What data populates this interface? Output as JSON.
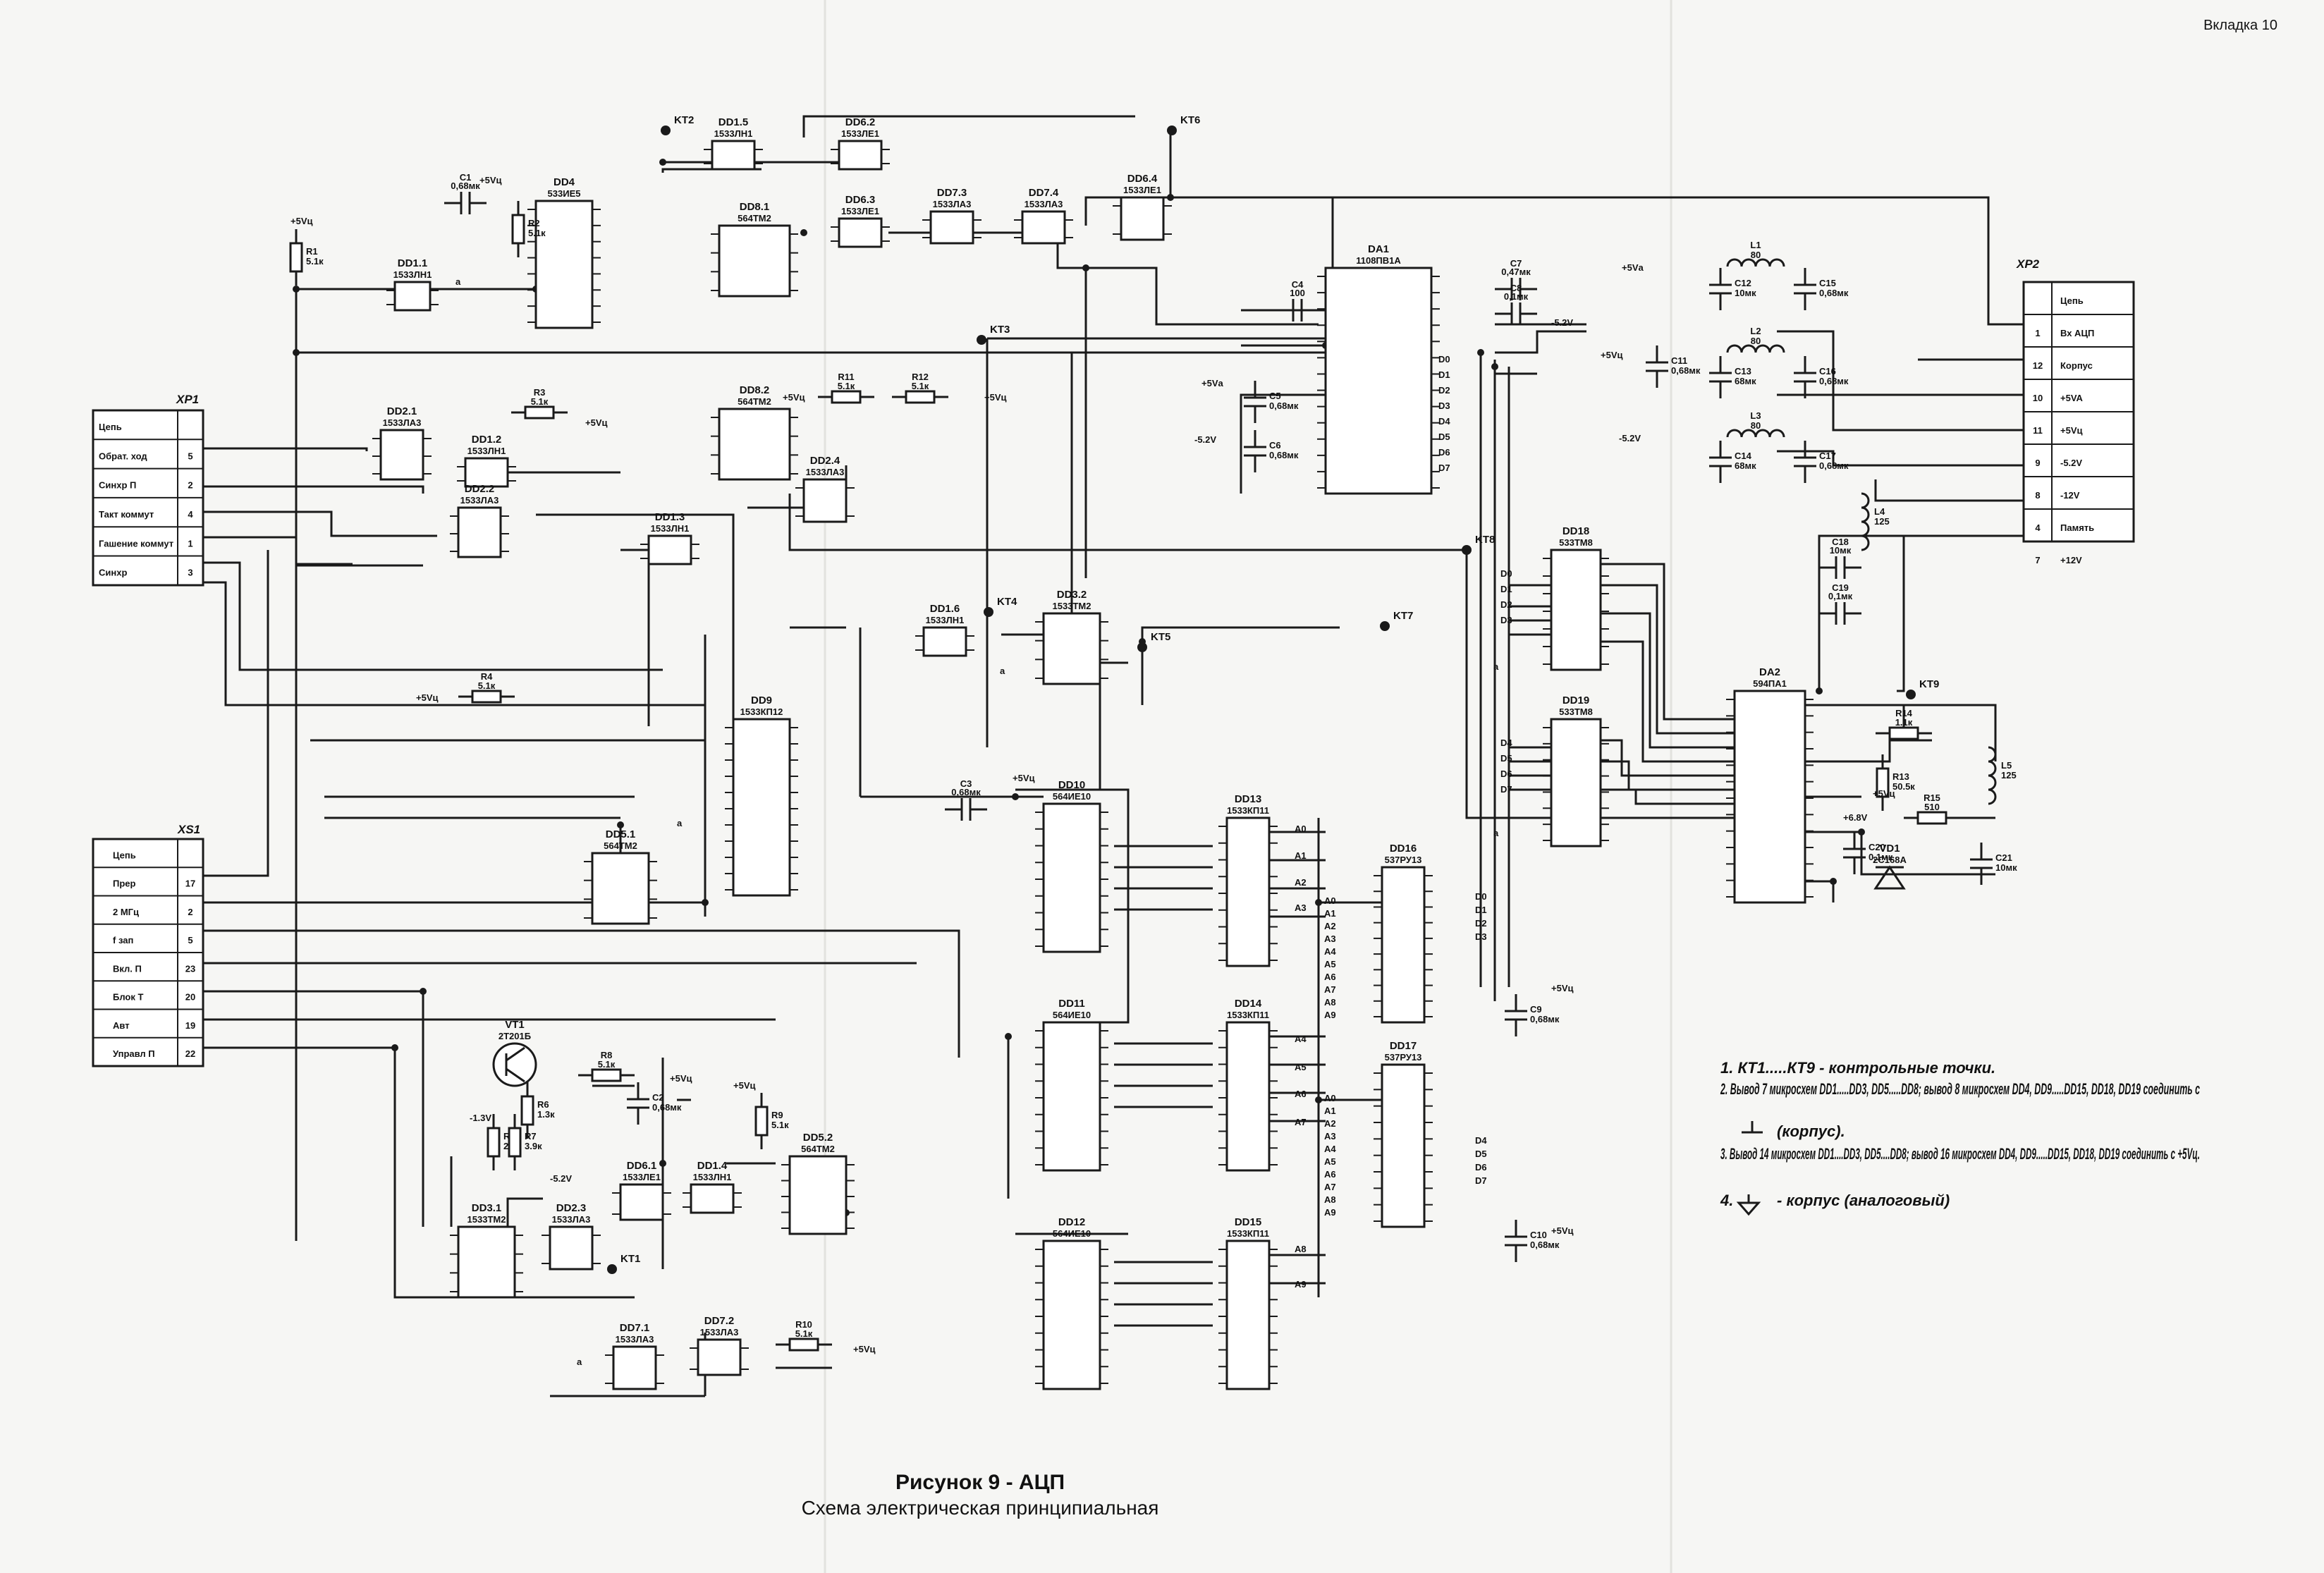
{
  "page_tag": "Вкладка 10",
  "caption": {
    "title": "Рисунок 9 - АЦП",
    "subtitle": "Схема электрическая принципиальная"
  },
  "notes": [
    "1. КТ1.....КТ9 - контрольные точки.",
    "2. Вывод 7 микросхем DD1.....DD3, DD5.....DD8; вывод 8 микросхем DD4, DD9.....DD15, DD18, DD19 соединить с",
    "(корпус).",
    "3. Вывод 14 микросхем DD1....DD3, DD5....DD8; вывод 16 микросхем DD4, DD9.....DD15, DD18, DD19 соединить с +5Vц.",
    "4.",
    "- корпус (аналоговый)"
  ],
  "connectors": {
    "xp1": {
      "title": "XP1",
      "rows": [
        {
          "name": "Цепь",
          "pin": ""
        },
        {
          "name": "Обрат. ход",
          "pin": "5"
        },
        {
          "name": "Синхр П",
          "pin": "2"
        },
        {
          "name": "Такт коммут",
          "pin": "4"
        },
        {
          "name": "Гашение коммут",
          "pin": "1"
        },
        {
          "name": "Синхр",
          "pin": "3"
        }
      ]
    },
    "xs1": {
      "title": "XS1",
      "rows": [
        {
          "name": "Цепь",
          "pin": ""
        },
        {
          "name": "Прер",
          "pin": "17"
        },
        {
          "name": "2 МГц",
          "pin": "2"
        },
        {
          "name": "f зап",
          "pin": "5"
        },
        {
          "name": "Вкл. П",
          "pin": "23"
        },
        {
          "name": "Блок Т",
          "pin": "20"
        },
        {
          "name": "Авт",
          "pin": "19"
        },
        {
          "name": "Управл П",
          "pin": "22"
        }
      ]
    },
    "xp2": {
      "title": "XP2",
      "rows": [
        {
          "name": "Цепь",
          "pin": ""
        },
        {
          "name": "Вх АЦП",
          "pin": "1"
        },
        {
          "name": "Корпус",
          "pin": "12"
        },
        {
          "name": "+5VA",
          "pin": "10"
        },
        {
          "name": "+5Vц",
          "pin": "11"
        },
        {
          "name": "-5.2V",
          "pin": "9"
        },
        {
          "name": "-12V",
          "pin": "8"
        },
        {
          "name": "Память",
          "pin": "4"
        },
        {
          "name": "+12V",
          "pin": "7"
        }
      ]
    }
  },
  "chips": [
    {
      "ref": "DD4",
      "type": "533ИЕ5"
    },
    {
      "ref": "DD1.1",
      "type": "1533ЛН1"
    },
    {
      "ref": "DD1.5",
      "type": "1533ЛН1"
    },
    {
      "ref": "DD6.2",
      "type": "1533ЛЕ1"
    },
    {
      "ref": "DD8.1",
      "type": "564ТМ2"
    },
    {
      "ref": "DD6.3",
      "type": "1533ЛЕ1"
    },
    {
      "ref": "DD7.3",
      "type": "1533ЛА3"
    },
    {
      "ref": "DD7.4",
      "type": "1533ЛА3"
    },
    {
      "ref": "DD6.4",
      "type": "1533ЛЕ1"
    },
    {
      "ref": "DA1",
      "type": "1108ПВ1А"
    },
    {
      "ref": "DD2.1",
      "type": "1533ЛА3"
    },
    {
      "ref": "DD1.2",
      "type": "1533ЛН1"
    },
    {
      "ref": "DD2.2",
      "type": "1533ЛА3"
    },
    {
      "ref": "DD8.2",
      "type": "564ТМ2"
    },
    {
      "ref": "DD2.4",
      "type": "1533ЛА3"
    },
    {
      "ref": "DD1.3",
      "type": "1533ЛН1"
    },
    {
      "ref": "DD1.6",
      "type": "1533ЛН1"
    },
    {
      "ref": "DD3.2",
      "type": "1533ТМ2"
    },
    {
      "ref": "DD9",
      "type": "1533КП12"
    },
    {
      "ref": "DD5.1",
      "type": "564ТМ2"
    },
    {
      "ref": "DD10",
      "type": "564ИЕ10"
    },
    {
      "ref": "DD13",
      "type": "1533КП11"
    },
    {
      "ref": "DD16",
      "type": "537РУ13"
    },
    {
      "ref": "DD18",
      "type": "533ТМ8"
    },
    {
      "ref": "DD19",
      "type": "533ТМ8"
    },
    {
      "ref": "DA2",
      "type": "594ПА1"
    },
    {
      "ref": "DD11",
      "type": "564ИЕ10"
    },
    {
      "ref": "DD14",
      "type": "1533КП11"
    },
    {
      "ref": "DD17",
      "type": "537РУ13"
    },
    {
      "ref": "DD12",
      "type": "564ИЕ10"
    },
    {
      "ref": "DD15",
      "type": "1533КП11"
    },
    {
      "ref": "DD3.1",
      "type": "1533ТМ2"
    },
    {
      "ref": "DD2.3",
      "type": "1533ЛА3"
    },
    {
      "ref": "DD6.1",
      "type": "1533ЛЕ1"
    },
    {
      "ref": "DD1.4",
      "type": "1533ЛН1"
    },
    {
      "ref": "DD5.2",
      "type": "564ТМ2"
    },
    {
      "ref": "DD7.1",
      "type": "1533ЛА3"
    },
    {
      "ref": "DD7.2",
      "type": "1533ЛА3"
    },
    {
      "ref": "VT1",
      "type": "2Т201Б"
    },
    {
      "ref": "VD1",
      "type": "2С168А"
    }
  ],
  "passives": [
    {
      "ref": "C1",
      "value": "0,68мк"
    },
    {
      "ref": "R1",
      "value": "5.1к"
    },
    {
      "ref": "R2",
      "value": "5.1к"
    },
    {
      "ref": "R3",
      "value": "5.1к"
    },
    {
      "ref": "R4",
      "value": "5.1к"
    },
    {
      "ref": "R11",
      "value": "5.1к"
    },
    {
      "ref": "R12",
      "value": "5.1к"
    },
    {
      "ref": "C3",
      "value": "0,68мк"
    },
    {
      "ref": "C4",
      "value": "100"
    },
    {
      "ref": "C5",
      "value": "0,68мк"
    },
    {
      "ref": "C6",
      "value": "0,68мк"
    },
    {
      "ref": "C7",
      "value": "0,47мк"
    },
    {
      "ref": "C8",
      "value": "0,1мк"
    },
    {
      "ref": "L1",
      "value": "80"
    },
    {
      "ref": "L2",
      "value": "80"
    },
    {
      "ref": "L3",
      "value": "80"
    },
    {
      "ref": "C11",
      "value": "0,68мк"
    },
    {
      "ref": "C12",
      "value": "10мк"
    },
    {
      "ref": "C13",
      "value": "68мк"
    },
    {
      "ref": "C14",
      "value": "68мк"
    },
    {
      "ref": "C15",
      "value": "0,68мк"
    },
    {
      "ref": "C16",
      "value": "0,68мк"
    },
    {
      "ref": "C17",
      "value": "0,68мк"
    },
    {
      "ref": "L4",
      "value": "125"
    },
    {
      "ref": "C18",
      "value": "10мк"
    },
    {
      "ref": "C19",
      "value": "0,1мк"
    },
    {
      "ref": "R14",
      "value": "1.1к"
    },
    {
      "ref": "R13",
      "value": "50.5к"
    },
    {
      "ref": "R15",
      "value": "510"
    },
    {
      "ref": "L5",
      "value": "125"
    },
    {
      "ref": "C20",
      "value": "0,1мк"
    },
    {
      "ref": "C21",
      "value": "10мк"
    },
    {
      "ref": "C9",
      "value": "0,68мк"
    },
    {
      "ref": "C10",
      "value": "0,68мк"
    },
    {
      "ref": "R8",
      "value": "5.1к"
    },
    {
      "ref": "R6",
      "value": "1.3к"
    },
    {
      "ref": "R5",
      "value": "2.7к"
    },
    {
      "ref": "R7",
      "value": "3.9к"
    },
    {
      "ref": "C2",
      "value": "0,68мк"
    },
    {
      "ref": "R9",
      "value": "5.1к"
    },
    {
      "ref": "R10",
      "value": "5.1к"
    }
  ],
  "test_points": [
    "KT1",
    "KT2",
    "KT3",
    "KT4",
    "KT5",
    "KT6",
    "KT7",
    "KT8",
    "KT9"
  ],
  "nets": {
    "p5vc": "+5Vц",
    "p5va": "+5Vа",
    "m52": "-5.2V",
    "m13": "-1.3V",
    "p68": "+6.8V",
    "a": "a"
  },
  "bus_labels": {
    "data_out": [
      "D0",
      "D1",
      "D2",
      "D3",
      "D4",
      "D5",
      "D6",
      "D7"
    ],
    "ram_data": [
      "D0",
      "D1",
      "D2",
      "D3",
      "D4",
      "D5",
      "D6",
      "D7"
    ],
    "addr": [
      "A0",
      "A1",
      "A2",
      "A3",
      "A4",
      "A5",
      "A6",
      "A7",
      "A8",
      "A9"
    ]
  }
}
